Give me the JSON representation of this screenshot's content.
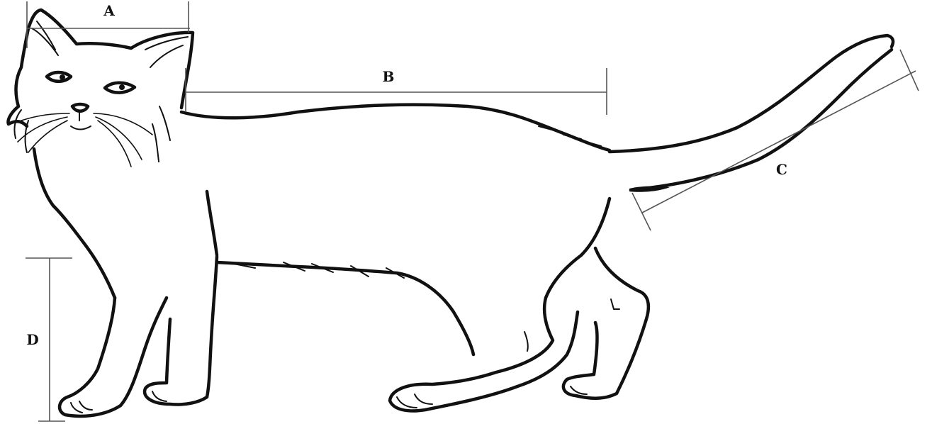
{
  "figure": {
    "measurements": [
      {
        "id": "A",
        "label": "A"
      },
      {
        "id": "B",
        "label": "B"
      },
      {
        "id": "C",
        "label": "C"
      },
      {
        "id": "D",
        "label": "D"
      }
    ]
  }
}
